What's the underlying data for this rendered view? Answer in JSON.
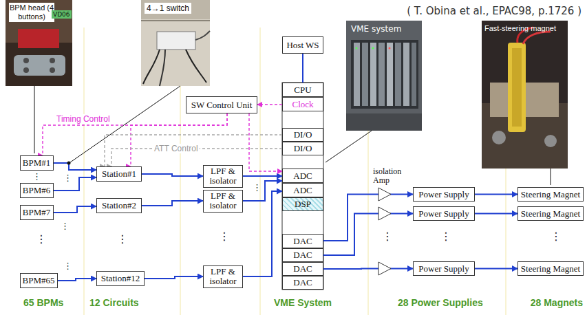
{
  "diagram": {
    "nodes": [
      {
        "text": [
          "Host WS"
        ]
      },
      {
        "text": [
          "SW Control Unit"
        ]
      },
      {
        "text": [
          "CPU"
        ]
      },
      {
        "text": [
          "Clock"
        ]
      },
      {
        "text": [
          "DI/O"
        ]
      },
      {
        "text": [
          "DI/O"
        ]
      },
      {
        "text": [
          "ADC"
        ]
      },
      {
        "text": [
          "ADC"
        ]
      },
      {
        "text": [
          "DSP"
        ]
      },
      {
        "text": [
          "DAC"
        ]
      },
      {
        "text": [
          "DAC"
        ]
      },
      {
        "text": [
          "DAC"
        ]
      },
      {
        "text": [
          "DAC"
        ]
      },
      {
        "text": [
          "BPM#1"
        ]
      },
      {
        "text": [
          "BPM#6"
        ]
      },
      {
        "text": [
          "Station#1"
        ]
      },
      {
        "text": [
          "BPM#7"
        ]
      },
      {
        "text": [
          "Station#2"
        ]
      },
      {
        "text": [
          "BPM#65"
        ]
      },
      {
        "text": [
          "Station#12"
        ]
      },
      {
        "text": [
          "LPF & isolator"
        ]
      },
      {
        "text": [
          "LPF & isolator"
        ]
      },
      {
        "text": [
          "LPF & isolator"
        ]
      },
      {
        "text": [
          "Power Supply"
        ]
      },
      {
        "text": [
          "Steering Magnet"
        ]
      },
      {
        "text": [
          "Power Supply"
        ]
      },
      {
        "text": [
          "Steering Magnet"
        ]
      },
      {
        "text": [
          "Power Supply"
        ]
      },
      {
        "text": [
          "Steering Magnet"
        ]
      }
    ],
    "edges": [
      {
        "from": 0,
        "to": 2,
        "arrow": "none"
      },
      {
        "from": 13,
        "to": 15,
        "arrow": "to"
      },
      {
        "from": 14,
        "to": 15,
        "arrow": "to"
      },
      {
        "from": 16,
        "to": 17,
        "arrow": "to"
      },
      {
        "from": 18,
        "to": 19,
        "arrow": "to"
      },
      {
        "from": 15,
        "to": 20,
        "arrow": "to"
      },
      {
        "from": 17,
        "to": 21,
        "arrow": "to"
      },
      {
        "from": 19,
        "to": 22,
        "arrow": "to"
      },
      {
        "from": 20,
        "to": 6,
        "arrow": "to"
      },
      {
        "from": 21,
        "to": 6,
        "arrow": "to"
      },
      {
        "from": 22,
        "to": 7,
        "arrow": "to"
      },
      {
        "from": 9,
        "to": 23,
        "arrow": "to"
      },
      {
        "from": 10,
        "to": 25,
        "arrow": "to"
      },
      {
        "from": 11,
        "to": 27,
        "arrow": "to"
      },
      {
        "from": 23,
        "to": 24,
        "arrow": "to"
      },
      {
        "from": 25,
        "to": 26,
        "arrow": "to"
      },
      {
        "from": 27,
        "to": 28,
        "arrow": "to"
      },
      {
        "from": 3,
        "to": 1,
        "arrow": "to"
      },
      {
        "from": 1,
        "to": 13,
        "label": "Timing Control",
        "arrow": "to"
      },
      {
        "from": 1,
        "to": 15,
        "arrow": "to"
      },
      {
        "from": 1,
        "to": 6,
        "arrow": "to"
      },
      {
        "from": 4,
        "to": 15,
        "arrow": "to"
      },
      {
        "from": 5,
        "to": 15,
        "label": "ATT Control",
        "arrow": "to"
      }
    ],
    "labels": [
      "( T. Obina et al., EPAC98, p.1726 )",
      "BPM head (4 buttons)",
      "VD06",
      "4→1 switch",
      "VME system",
      "Fast-steering magnet",
      "isolation Amp",
      "65 BPMs",
      "12 Circuits",
      "VME System",
      "28 Power Supplies",
      "28 Magnets",
      "⋮",
      "⋮",
      "⋮",
      "⋮",
      "⋮",
      "⋮",
      "⋮",
      "⋮",
      "⋮",
      "⋮",
      "⋮"
    ]
  }
}
